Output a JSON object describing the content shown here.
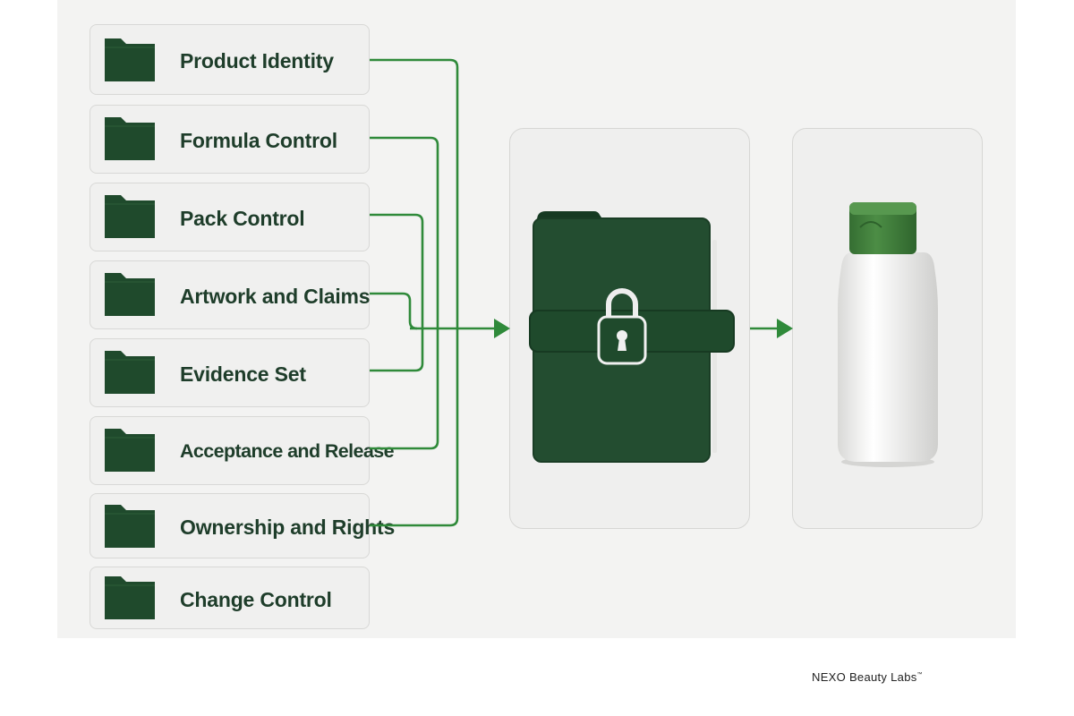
{
  "items": [
    {
      "label": "Product Identity",
      "icon": "folder-icon"
    },
    {
      "label": "Formula Control",
      "icon": "folder-icon"
    },
    {
      "label": "Pack Control",
      "icon": "folder-icon"
    },
    {
      "label": "Artwork and Claims",
      "icon": "folder-icon"
    },
    {
      "label": "Evidence Set",
      "icon": "folder-icon"
    },
    {
      "label": "Acceptance and Release",
      "icon": "folder-icon"
    },
    {
      "label": "Ownership and Rights",
      "icon": "folder-icon"
    },
    {
      "label": "Change Control",
      "icon": "folder-icon"
    }
  ],
  "center": {
    "icon": "locked-binder-icon"
  },
  "output": {
    "icon": "bottle-icon"
  },
  "brand": {
    "name": "NEXO Beauty Labs",
    "mark": "™"
  },
  "colors": {
    "accent": "#2f8a3a",
    "folder": "#1f4a2c",
    "binder": "#234d30",
    "bottle_cap": "#3f7e3a",
    "text": "#1e3d2a"
  }
}
